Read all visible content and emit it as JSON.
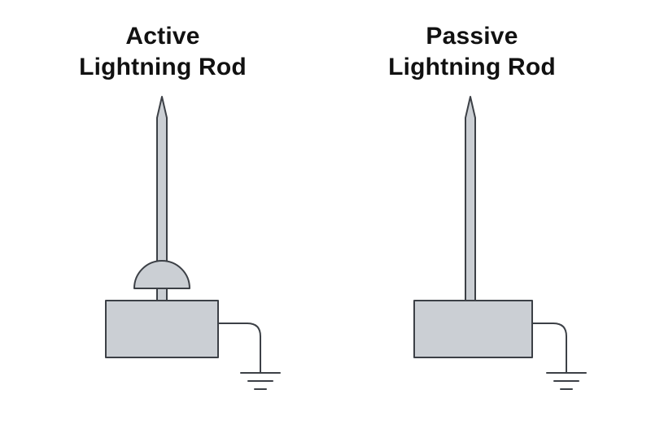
{
  "active": {
    "title_line1": "Active",
    "title_line2": "Lightning Rod"
  },
  "passive": {
    "title_line1": "Passive",
    "title_line2": "Lightning Rod"
  },
  "colors": {
    "fill": "#cbcfd4",
    "stroke": "#3c4046",
    "text": "#111111"
  }
}
